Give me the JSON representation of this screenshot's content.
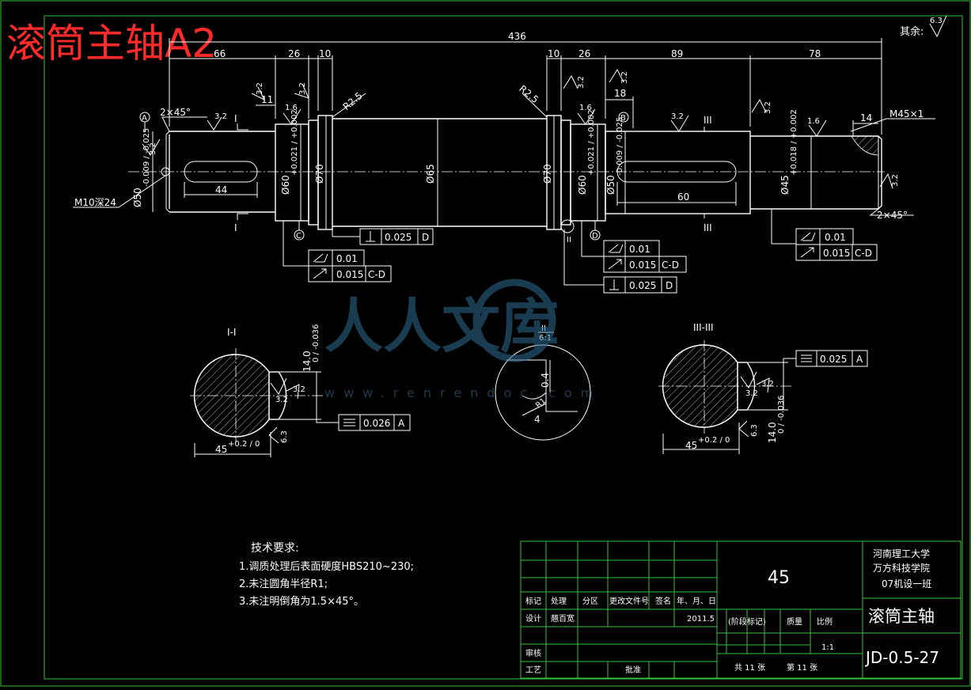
{
  "drawing_title": "滚筒主轴A2",
  "roughness_other": {
    "label": "其余:",
    "value": "6.3"
  },
  "dims": {
    "overall": "436",
    "d66": "66",
    "d26a": "26",
    "d10a": "10",
    "d10b": "10",
    "d26b": "26",
    "d89": "89",
    "d78": "78",
    "d11": "11",
    "d18": "18",
    "d14": "14",
    "d44": "44",
    "d60": "60",
    "r25a": "R2.5",
    "r25b": "R2.5",
    "cham_left": "2×45°",
    "cham_right": "2×45°",
    "thread": "M45×1",
    "tap": "M10深24",
    "dia65": "Ø65",
    "dia70a": "Ø70",
    "dia70b": "Ø70",
    "dia50a": "Ø50",
    "dia50a_tol": "-0.009 / -0.025",
    "dia60a": "Ø60",
    "dia60a_tol": "+0.021 / +0.002",
    "dia60b": "Ø60",
    "dia60b_tol": "+0.021 / +0.002",
    "dia50b": "Ø50",
    "dia50b_tol": "-0.009 / -0.025",
    "dia45": "Ø45",
    "dia45_tol": "+0.018 / +0.002"
  },
  "roughness": {
    "r1": "3.2",
    "r2": "3.2",
    "r3": "3.2",
    "r4": "1.6",
    "r5": "3.2",
    "r6": "3.2",
    "r7": "3.2",
    "r8": "1.6",
    "r9": "3.2",
    "r10": "3.2",
    "r11": "1.6",
    "r12": "3.2",
    "r13": "3.2"
  },
  "datums": {
    "a": "A",
    "b": "B",
    "c": "C",
    "d": "D"
  },
  "sections": {
    "s1": "I",
    "s2": "II",
    "s3": "III"
  },
  "tolerances": {
    "t1": {
      "value": "0.025",
      "datum": "D"
    },
    "t2": {
      "value": "0.01"
    },
    "t3": {
      "value": "0.015",
      "datum": "C-D"
    },
    "t4": {
      "value": "0.01"
    },
    "t5": {
      "value": "0.015",
      "datum": "C-D"
    },
    "t6": {
      "value": "0.025",
      "datum": "D"
    },
    "t7": {
      "value": "0.01"
    },
    "t8": {
      "value": "0.015",
      "datum": "C-D"
    }
  },
  "section_views": {
    "v1": {
      "title": "I-I",
      "width": "45",
      "width_tol": "+0.2 / 0",
      "depth": "14.0",
      "depth_tol": "0 / -0.036",
      "r_a": "3.2",
      "r_b": "3.2",
      "r_c": "6.3",
      "tol": "0.026",
      "datum": "A"
    },
    "v2": {
      "title": "II",
      "scale": "6:1",
      "d1": "0.4",
      "d2": "4",
      "r": "R1"
    },
    "v3": {
      "title": "III-III",
      "width": "45",
      "width_tol": "+0.2 / 0",
      "depth": "14.0",
      "depth_tol": "0 / -0.036",
      "r_a": "3.2",
      "r_b": "3.2",
      "r_c": "6.3",
      "tol": "0.025",
      "datum": "A"
    }
  },
  "tech_req": {
    "heading": "技术要求:",
    "items": [
      "1.调质处理后表面硬度HBS210~230;",
      "2.未注圆角半径R1;",
      "3.未注明倒角为1.5×45°。"
    ]
  },
  "watermark": {
    "main": "人人文库",
    "url": "www.renrendoc.com"
  },
  "title_block": {
    "headers": [
      "标记",
      "处理",
      "分区",
      "更改文件号",
      "签名",
      "年、月、日"
    ],
    "design_label": "设计",
    "designer": "翘百宽",
    "date": "2011.5",
    "stage_label": "(阶段标记)",
    "mass_label": "质量",
    "scale_label": "比例",
    "scale": "1:1",
    "review_label": "审核",
    "process_label": "工艺",
    "approve_label": "批准",
    "total": "共 11 张",
    "sheet": "第 11 张",
    "material": "45",
    "org1": "河南理工大学",
    "org2": "万方科技学院",
    "org3": "07机设一班",
    "part_name": "滚筒主轴",
    "drawing_no": "JD-0.5-27"
  }
}
